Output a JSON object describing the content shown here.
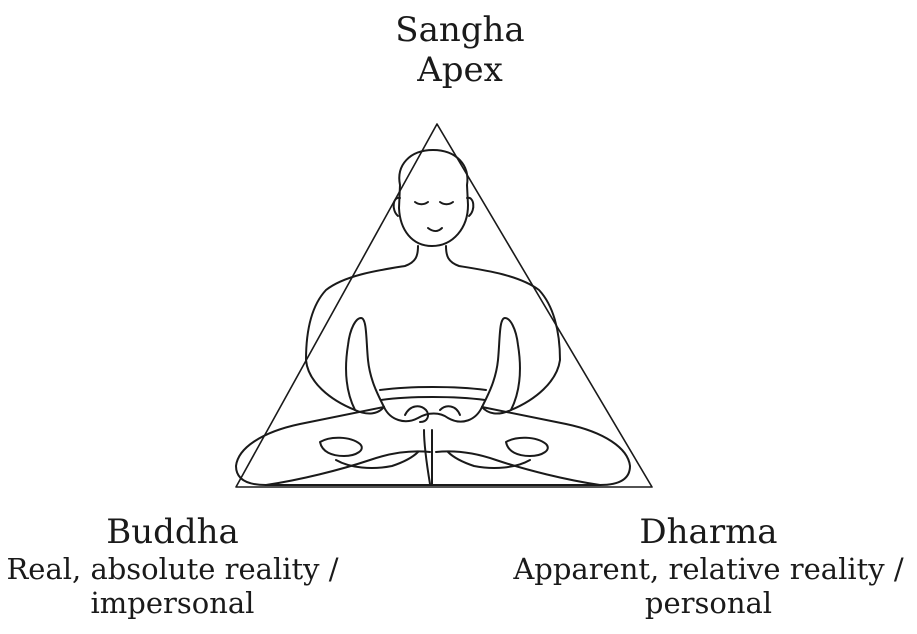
{
  "apex": {
    "title": "Sangha",
    "subtitle": "Apex"
  },
  "left": {
    "title": "Buddha",
    "line1": "Real, absolute reality /",
    "line2": "impersonal"
  },
  "right": {
    "title": "Dharma",
    "line1": "Apparent, relative reality /",
    "line2": "personal"
  }
}
